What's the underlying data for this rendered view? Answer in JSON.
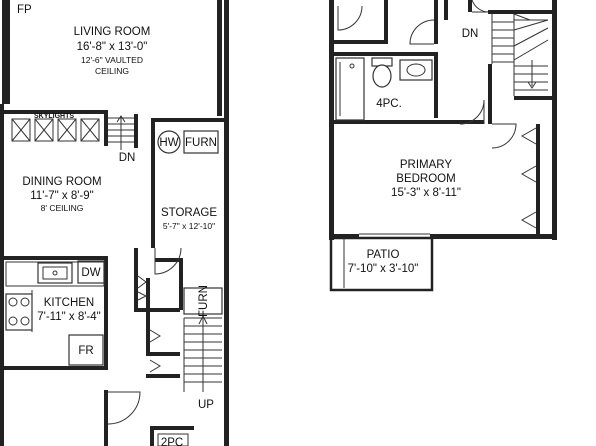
{
  "floor1": {
    "fp": "FP",
    "living_room": {
      "name": "LIVING ROOM",
      "dims": "16'-8\" x 13'-0\"",
      "note1": "12'-6\" VAULTED",
      "note2": "CEILING"
    },
    "skylights": "SKYLIGHTS",
    "stairs_dn": "DN",
    "hw": "HW",
    "furn_top": "FURN",
    "dining_room": {
      "name": "DINING ROOM",
      "dims": "11'-7\" x 8'-9\"",
      "note": "8' CEILING"
    },
    "storage": {
      "name": "STORAGE",
      "dims": "5'-7\" x 12'-10\""
    },
    "dw": "DW",
    "kitchen": {
      "name": "KITCHEN",
      "dims": "7'-11\" x 8'-4\""
    },
    "fr": "FR",
    "furn_bottom": "FURN",
    "stairs_up": "UP",
    "half_bath": "2PC"
  },
  "floor2": {
    "stairs_dn": "DN",
    "bath": "4PC.",
    "primary_bedroom": {
      "name1": "PRIMARY",
      "name2": "BEDROOM",
      "dims": "15'-3\" x 8'-11\""
    },
    "patio": {
      "name": "PATIO",
      "dims": "7'-10\" x 3'-10\""
    }
  }
}
